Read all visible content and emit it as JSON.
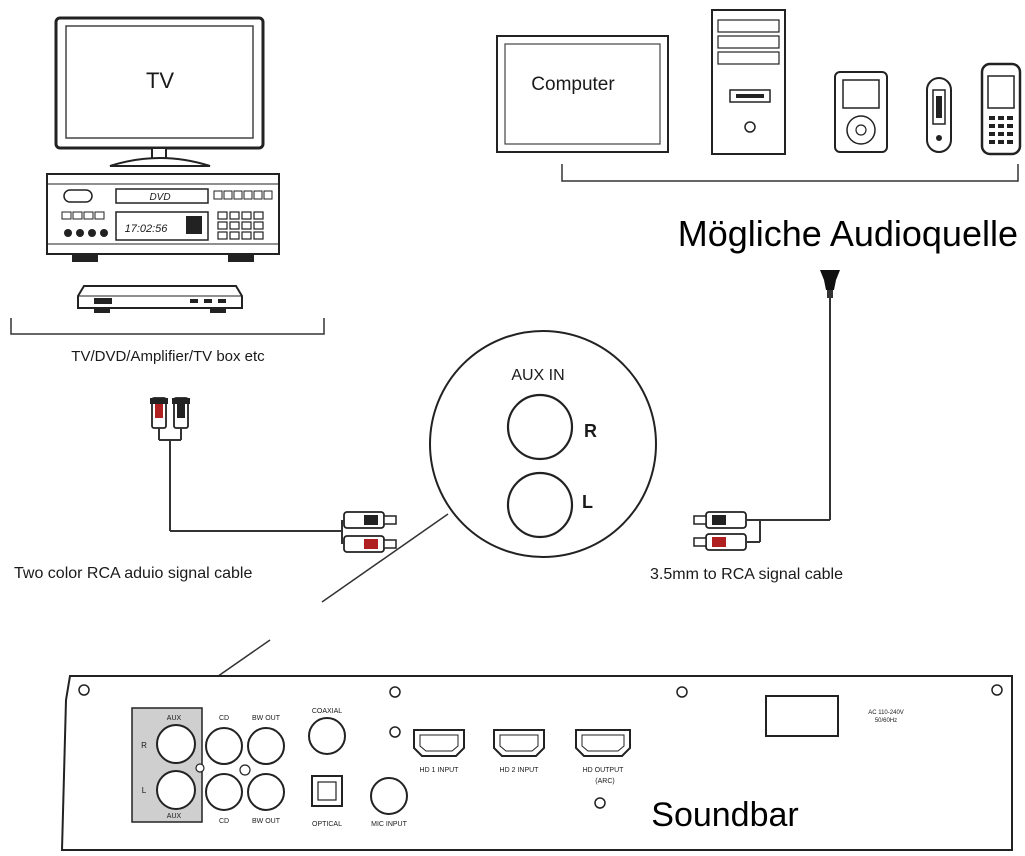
{
  "devices": {
    "tv_label": "TV",
    "dvd_display": "DVD",
    "dvd_time": "17:02:56",
    "computer_label": "Computer",
    "group_left_label": "TV/DVD/Amplifier/TV box etc",
    "group_right_label": "Mögliche Audioquelle"
  },
  "aux_panel": {
    "title": "AUX IN",
    "right_label": "R",
    "left_label": "L"
  },
  "cables": {
    "left_cable_label": "Two color RCA aduio signal cable",
    "right_cable_label": "3.5mm to RCA signal cable"
  },
  "soundbar": {
    "title": "Soundbar",
    "aux_top": "AUX",
    "aux_bottom": "AUX",
    "aux_r": "R",
    "aux_l": "L",
    "cd_top": "CD",
    "cd_bottom": "CD",
    "bw_out_top": "BW OUT",
    "bw_out_bottom": "BW OUT",
    "coaxial": "COAXIAL",
    "optical": "OPTICAL",
    "mic_input": "MIC INPUT",
    "hd1_input": "HD 1 INPUT",
    "hd2_input": "HD 2 INPUT",
    "hd_output": "HD OUTPUT",
    "arc": "(ARC)",
    "power_line1": "AC 110-240V",
    "power_line2": "50/60Hz"
  }
}
